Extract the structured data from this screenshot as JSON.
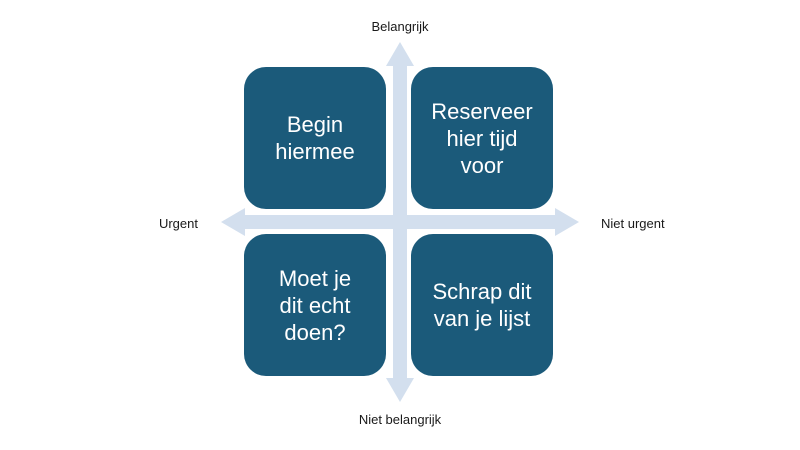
{
  "axes": {
    "top_label": "Belangrijk",
    "bottom_label": "Niet belangrijk",
    "left_label": "Urgent",
    "right_label": "Niet urgent",
    "arrow_color": "#d3dfee"
  },
  "quadrants": {
    "color": "#1b5a7a",
    "text_color": "#ffffff",
    "top_left": "Begin hiermee",
    "top_right": "Reserveer hier tijd voor",
    "bottom_left": "Moet je dit echt doen?",
    "bottom_right": "Schrap dit van je lijst"
  }
}
